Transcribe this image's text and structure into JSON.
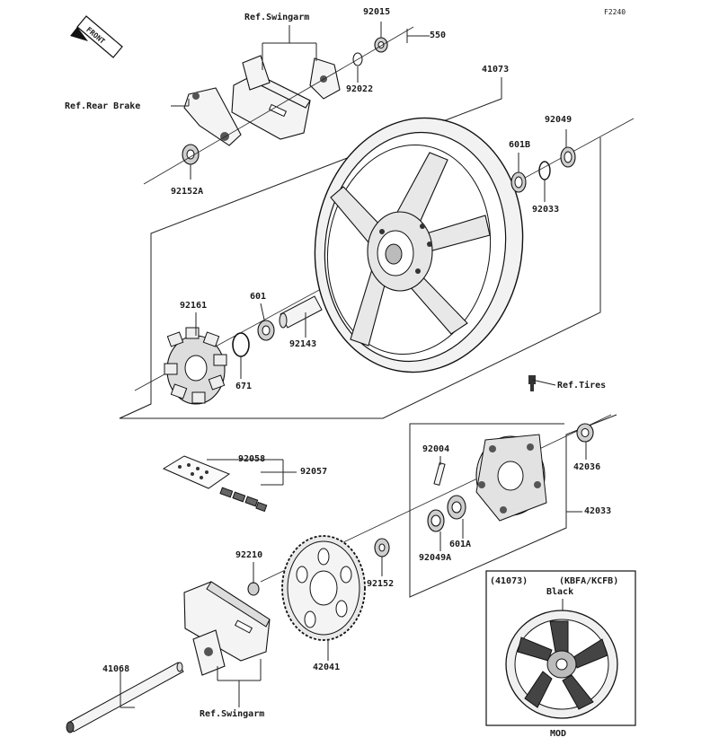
{
  "diagram_id": "F2240",
  "direction": "FRONT",
  "labels": {
    "ref_swingarm_top": "Ref.Swingarm",
    "p92015": "92015",
    "p550": "550",
    "p41073": "41073",
    "ref_rear_brake": "Ref.Rear Brake",
    "p92022": "92022",
    "p92049": "92049",
    "p601b": "601B",
    "p92152a": "92152A",
    "p92033": "92033",
    "p92161": "92161",
    "p601": "601",
    "p92143": "92143",
    "p671": "671",
    "ref_tires": "Ref.Tires",
    "p92004": "92004",
    "p42036": "42036",
    "p92058": "92058",
    "p92057": "92057",
    "p42033": "42033",
    "p601a": "601A",
    "p92049a": "92049A",
    "p92210": "92210",
    "p92152": "92152",
    "p42041": "42041",
    "p41068": "41068",
    "ref_swingarm_bottom": "Ref.Swingarm"
  },
  "inset": {
    "part_ref": "(41073)",
    "variant": "(KBFA/KCFB)",
    "color": "Black",
    "footer": "MOD"
  }
}
